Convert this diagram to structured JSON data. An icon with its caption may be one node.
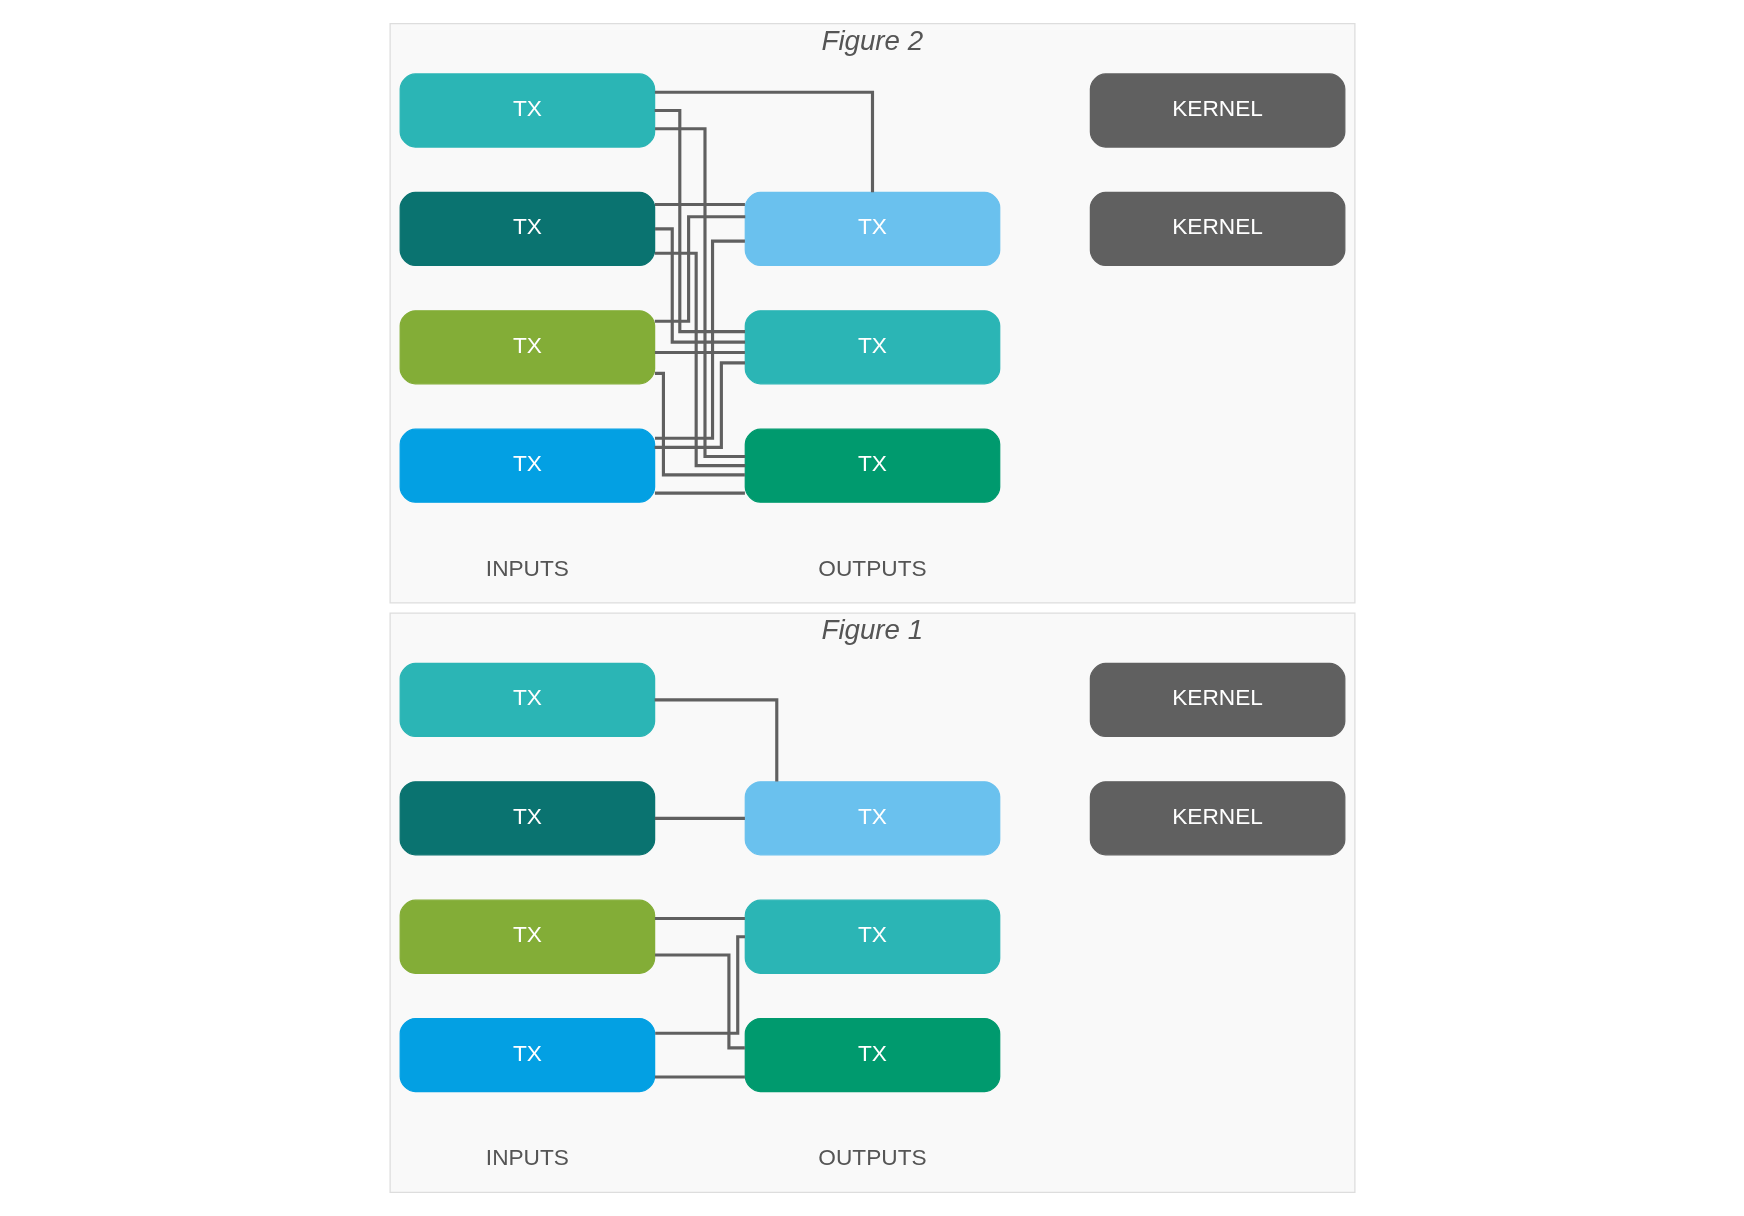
{
  "diagram": {
    "nodes": [
      {
        "text": [
          "Figure 1"
        ]
      },
      {
        "text": [
          "TX"
        ],
        "in": 0
      },
      {
        "text": [
          "TX"
        ],
        "in": 0
      },
      {
        "text": [
          "TX"
        ],
        "in": 0
      },
      {
        "text": [
          "TX"
        ],
        "in": 0
      },
      {
        "text": [
          "TX"
        ],
        "in": 0
      },
      {
        "text": [
          "TX"
        ],
        "in": 0
      },
      {
        "text": [
          "TX"
        ],
        "in": 0
      },
      {
        "text": [
          "KERNEL"
        ],
        "in": 0
      },
      {
        "text": [
          "KERNEL"
        ],
        "in": 0
      },
      {
        "text": [
          "Figure 2"
        ]
      },
      {
        "text": [
          "TX"
        ],
        "in": 10
      },
      {
        "text": [
          "TX"
        ],
        "in": 10
      },
      {
        "text": [
          "TX"
        ],
        "in": 10
      },
      {
        "text": [
          "TX"
        ],
        "in": 10
      },
      {
        "text": [
          "TX"
        ],
        "in": 10
      },
      {
        "text": [
          "TX"
        ],
        "in": 10
      },
      {
        "text": [
          "TX"
        ],
        "in": 10
      },
      {
        "text": [
          "KERNEL"
        ],
        "in": 10
      },
      {
        "text": [
          "KERNEL"
        ],
        "in": 10
      }
    ],
    "edges": [
      {
        "from": 1,
        "to": 2,
        "arrow": "none"
      },
      {
        "from": 1,
        "to": 3,
        "arrow": "none"
      },
      {
        "from": 4,
        "to": 2,
        "arrow": "none"
      },
      {
        "from": 4,
        "to": 3,
        "arrow": "none"
      },
      {
        "from": 5,
        "to": 6,
        "arrow": "none"
      },
      {
        "from": 7,
        "to": 6,
        "arrow": "none"
      },
      {
        "from": 11,
        "to": 12,
        "arrow": "none"
      },
      {
        "from": 11,
        "to": 13,
        "arrow": "none"
      },
      {
        "from": 11,
        "to": 16,
        "arrow": "none"
      },
      {
        "from": 14,
        "to": 12,
        "arrow": "none"
      },
      {
        "from": 14,
        "to": 13,
        "arrow": "none"
      },
      {
        "from": 14,
        "to": 16,
        "arrow": "none"
      },
      {
        "from": 15,
        "to": 12,
        "arrow": "none"
      },
      {
        "from": 15,
        "to": 13,
        "arrow": "none"
      },
      {
        "from": 15,
        "to": 16,
        "arrow": "none"
      },
      {
        "from": 17,
        "to": 12,
        "arrow": "none"
      },
      {
        "from": 17,
        "to": 13,
        "arrow": "none"
      },
      {
        "from": 17,
        "to": 16,
        "arrow": "none"
      }
    ],
    "labels": [
      "INPUTS",
      "OUTPUTS",
      "INPUTS",
      "OUTPUTS"
    ]
  }
}
